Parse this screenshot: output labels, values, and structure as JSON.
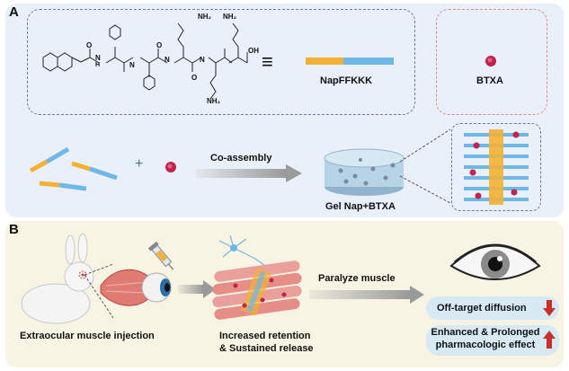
{
  "panelA": {
    "label": "A",
    "peptide_name": "NapFFKKK",
    "drug_name": "BTXA",
    "nh2_label": "NH₂",
    "oh_label": "OH",
    "h_label": "H",
    "n_label": "N",
    "o_label": "O",
    "equiv_symbol": "≡",
    "plus_symbol": "+",
    "coassembly_label": "Co-assembly",
    "gel_label": "Gel Nap+BTXA"
  },
  "panelB": {
    "label": "B",
    "injection_label": "Extraocular muscle injection",
    "retention_label_1": "Increased retention",
    "retention_label_2": "& Sustained release",
    "paralyze_label": "Paralyze muscle",
    "offtarget_label": "Off-target diffusion",
    "enhanced_label_1": "Enhanced & Prolonged",
    "enhanced_label_2": "pharmacologic effect"
  },
  "colors": {
    "peptide_orange": "#f2b134",
    "peptide_blue": "#6fb7e6",
    "btxa_red": "#c2234a",
    "arrow_gray": "#9a9a9a",
    "down_arrow": "#c9302c",
    "up_arrow": "#c9302c"
  },
  "icons": [
    "rabbit-icon",
    "eye-muscle-icon",
    "syringe-icon",
    "neuron-icon",
    "muscle-fiber-icon",
    "eye-icon",
    "gel-dish-icon"
  ]
}
